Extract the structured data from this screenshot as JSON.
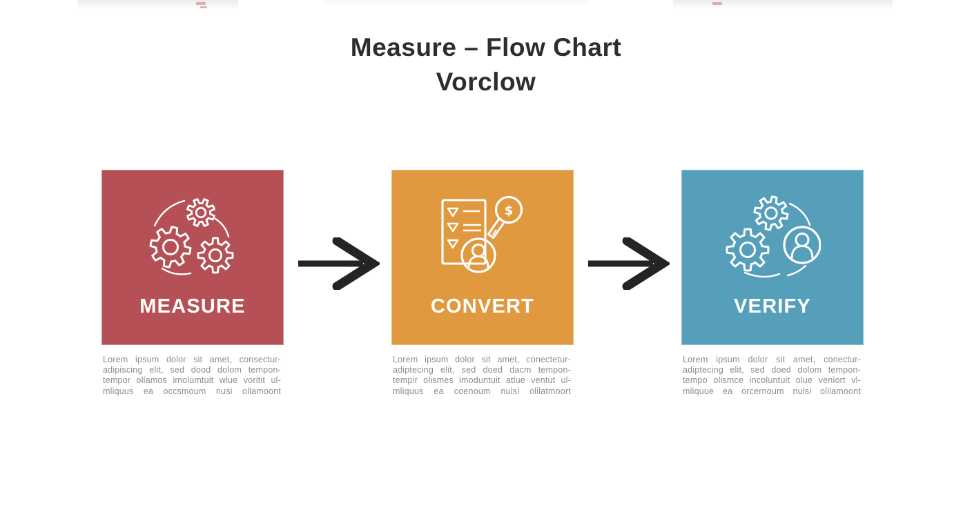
{
  "title": {
    "line1": "Measure – Flow Chart",
    "line2": "Vorclow"
  },
  "cards": [
    {
      "label": "MEASURE",
      "color": "#b55156",
      "icon": "gears-icon",
      "description_lines": [
        "Lorem ipsum dolor sit amet, consectur-",
        "adipiscing elit, sed dood dolom tempon-",
        "tempor ollamos imolumtuit wlue voritit ul-",
        "mliquus ea occsmoum nusi ollamoont"
      ]
    },
    {
      "label": "CONVERT",
      "color": "#e0993f",
      "icon": "checklist-magnifier-icon",
      "description_lines": [
        "Lorem ipsum dolor sit amet, conectetur-",
        "adiptecing elit, sed doed dacm tempon-",
        "tempir olismes imoduntuit atlue ventut ul-",
        "mliquus ea coenoum nulsi olilatmoort"
      ]
    },
    {
      "label": "VERIFY",
      "color": "#569fba",
      "icon": "gears-person-icon",
      "description_lines": [
        "Lorem ipsum dolor sit amet, conectur-",
        "adiptecing elit, sed doed dolom tempon-",
        "tempo olismce incoluntuit olue veniort vl-",
        "mliquue ea orcernoum nulsi olilamoont"
      ]
    }
  ],
  "arrows": [
    {
      "direction": "right"
    },
    {
      "direction": "right"
    }
  ],
  "colors": {
    "title_text": "#2d2d2d",
    "arrow": "#242424",
    "description_text": "#8c8c8c",
    "card_measure": "#b55156",
    "card_convert": "#e0993f",
    "card_verify": "#569fba"
  }
}
